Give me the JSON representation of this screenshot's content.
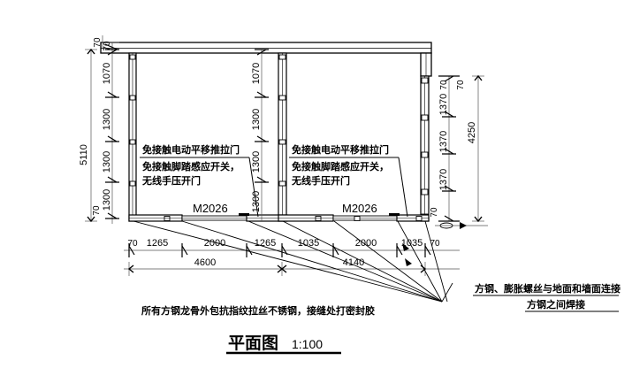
{
  "drawing": {
    "title": "平面图",
    "scale": "1:100",
    "general_note": "所有方钢龙骨外包抗指纹拉丝不锈钢，接缝处打密封胶"
  },
  "room_labels": {
    "left_room": {
      "line1": "免接触电动平移推拉门",
      "line2": "免接触脚踏感应开关，",
      "line3": "无线手压开门",
      "door_tag": "M2026"
    },
    "right_room": {
      "line1": "免接触电动平移推拉门",
      "line2": "免接触脚踏感应开关，",
      "line3": "无线手压开门",
      "door_tag": "M2026"
    }
  },
  "leader_notes": {
    "note1": "方钢、膨胀螺丝与地面和墙面连接",
    "note2": "方钢之间焊接"
  },
  "dimensions": {
    "left_chain": {
      "label": "left-vertical-dimension-chain",
      "segments": [
        "70",
        "1070",
        "1300",
        "1300",
        "1300",
        "70"
      ],
      "total": "5110"
    },
    "middle_chain": {
      "label": "middle-vertical-dimension-chain",
      "segments": [
        "1070",
        "1300",
        "1300",
        "1300"
      ]
    },
    "right_chain": {
      "label": "right-vertical-dimension-chain",
      "segments": [
        "70",
        "1370",
        "1370",
        "1370",
        "70"
      ],
      "total": "4250"
    },
    "bottom_chain": {
      "label": "bottom-horizontal-dimension-chain",
      "segments": [
        "70",
        "1265",
        "2000",
        "1265",
        "1035",
        "2000",
        "1035",
        "70"
      ],
      "totals": [
        "4600",
        "4140"
      ]
    },
    "corner_70_top_left": "70",
    "corner_70_top_right": "70"
  },
  "colors": {
    "line": "#000000",
    "background": "#ffffff",
    "dim_line": "#555555"
  }
}
